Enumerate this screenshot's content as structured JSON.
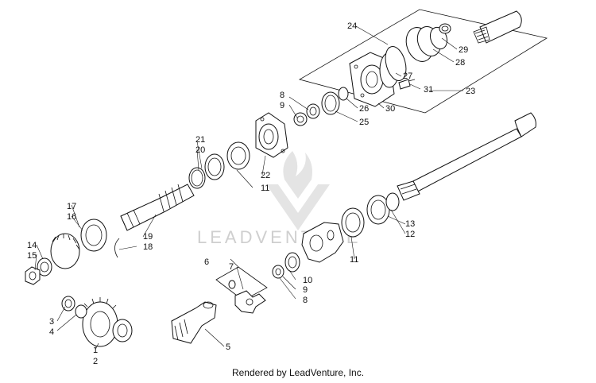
{
  "watermark": {
    "text": "LEADVENTURE",
    "color": "#cfcfcf"
  },
  "footer": {
    "text": "Rendered by LeadVenture, Inc."
  },
  "callouts": [
    "1",
    "2",
    "3",
    "4",
    "5",
    "6",
    "7",
    "8",
    "9",
    "10",
    "11",
    "12",
    "13",
    "14",
    "15",
    "16",
    "17",
    "18",
    "19",
    "20",
    "21",
    "22",
    "23",
    "24",
    "25",
    "26",
    "27",
    "28",
    "29",
    "30",
    "31"
  ],
  "colors": {
    "line": "#111111",
    "fill": "#ffffff"
  }
}
